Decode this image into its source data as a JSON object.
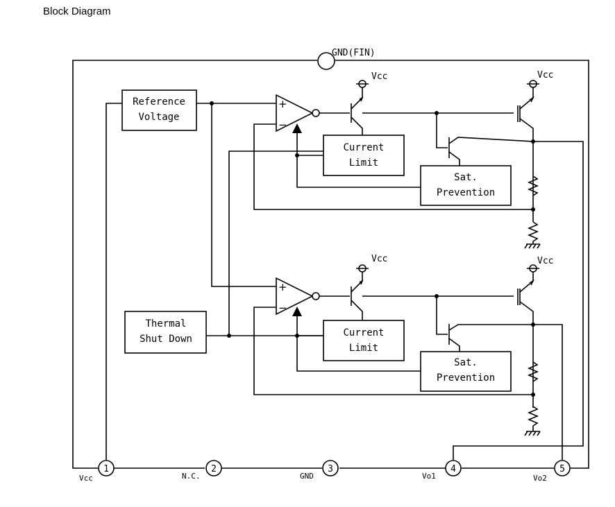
{
  "title": "Block Diagram",
  "fin_label": "GND(FIN)",
  "blocks": {
    "reference": [
      "Reference",
      "Voltage"
    ],
    "thermal": [
      "Thermal",
      "Shut Down"
    ],
    "current_limit": [
      "Current",
      "Limit"
    ],
    "sat_prevention": [
      "Sat.",
      "Prevention"
    ]
  },
  "supply_label": "Vcc",
  "opamp_signs": {
    "plus": "+",
    "minus": "−"
  },
  "pins": [
    {
      "num": "1",
      "label": "Vcc"
    },
    {
      "num": "2",
      "label": "N.C."
    },
    {
      "num": "3",
      "label": "GND"
    },
    {
      "num": "4",
      "label": "Vo1"
    },
    {
      "num": "5",
      "label": "Vo2"
    }
  ]
}
